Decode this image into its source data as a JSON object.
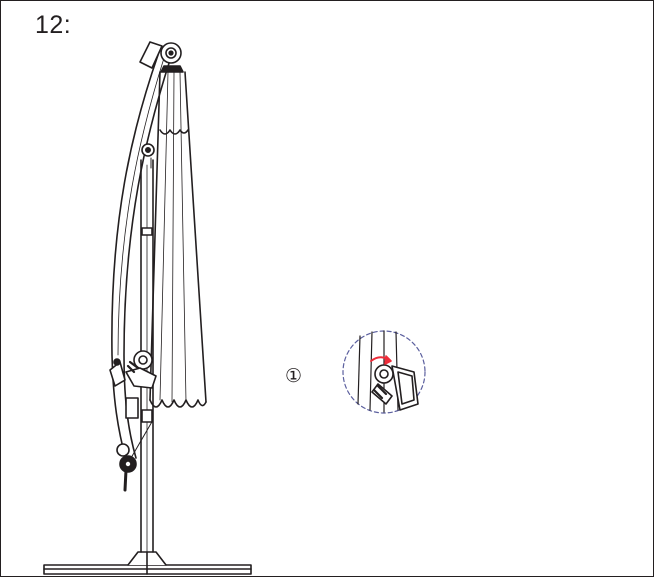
{
  "step": {
    "number": "12:"
  },
  "callout": {
    "label": "①"
  },
  "colors": {
    "line": "#231f20",
    "arrow": "#ee2d3a",
    "dash": "#5b5f9e"
  },
  "icons": {
    "umbrella": "cantilever-umbrella-illustration",
    "detail": "crank-lock-detail-illustration",
    "rotate": "rotate-arrow-icon"
  }
}
